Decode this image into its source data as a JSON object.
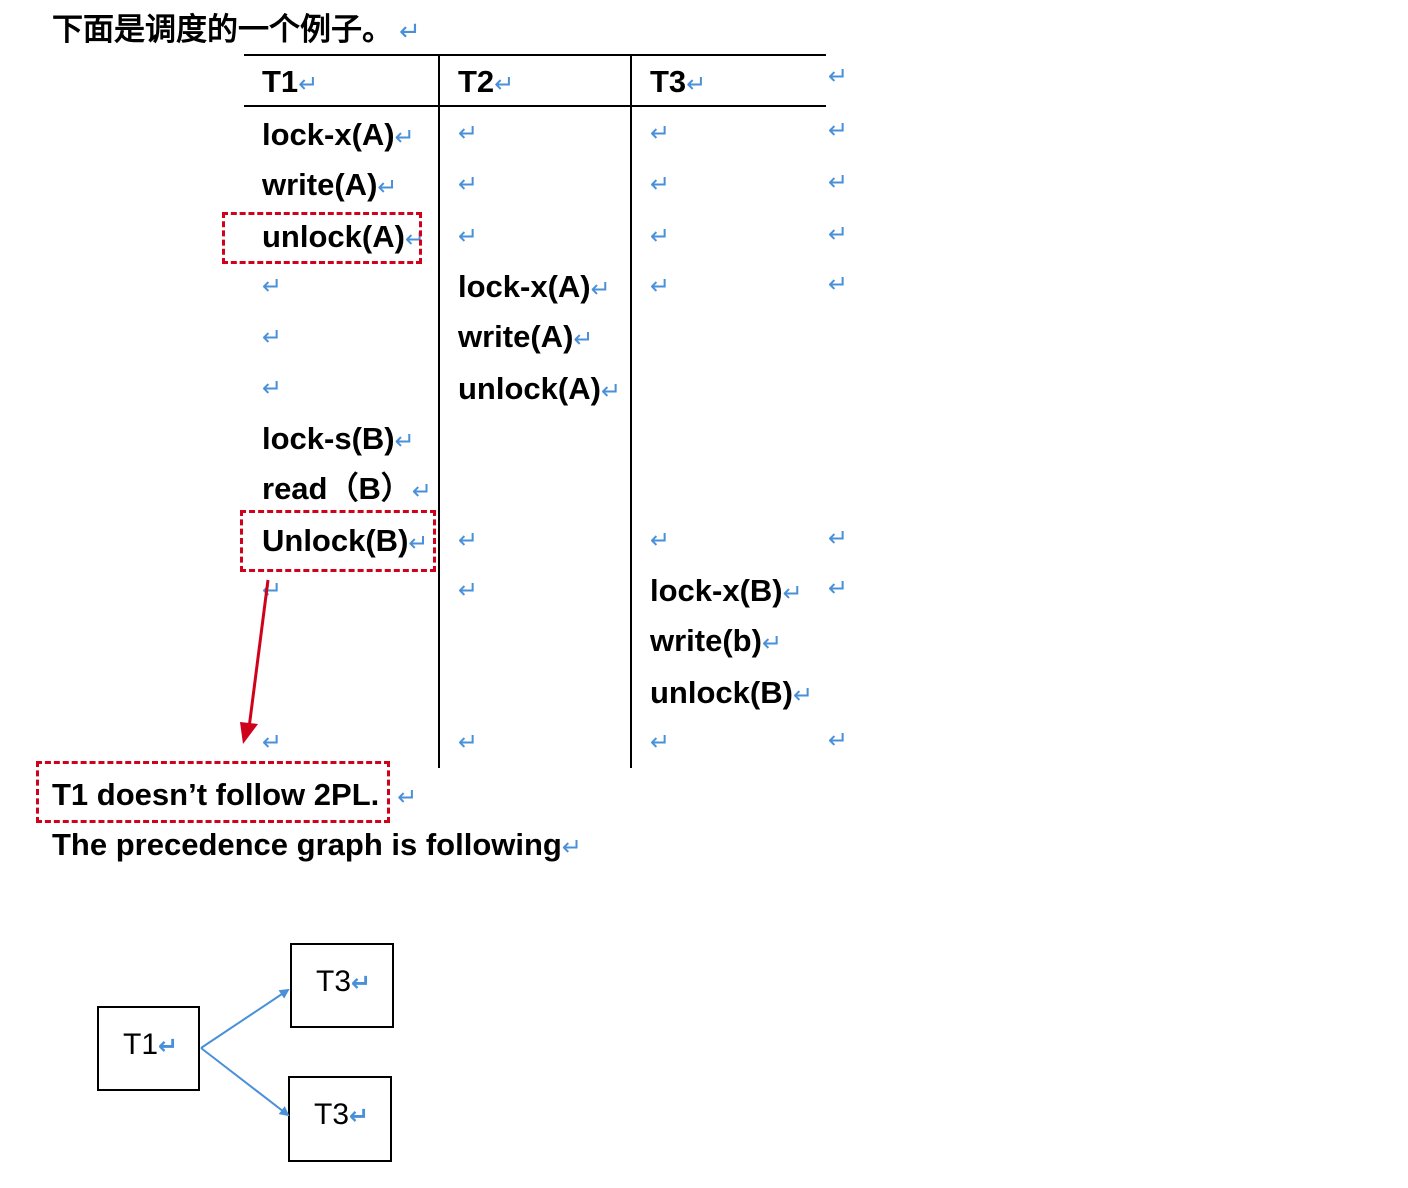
{
  "heading": "下面是调度的一个例子。",
  "paragraph_mark": "↵",
  "table": {
    "headers": [
      "T1",
      "T2",
      "T3"
    ],
    "t1_ops": [
      "lock-x(A)",
      "write(A)",
      "unlock(A)",
      "lock-s(B)",
      "read（B）",
      "Unlock(B)"
    ],
    "t2_ops": [
      "lock-x(A)",
      "write(A)",
      "unlock(A)"
    ],
    "t3_ops": [
      "lock-x(B)",
      "write(b)",
      "unlock(B)"
    ]
  },
  "note": "T1 doesn’t follow 2PL.",
  "graph_caption": "The precedence graph is following",
  "graph": {
    "nodes": [
      "T1",
      "T3",
      "T3"
    ],
    "edge_color": "#4a90d9"
  },
  "colors": {
    "highlight": "#d0021b",
    "paragraph_mark": "#4a90d9"
  }
}
